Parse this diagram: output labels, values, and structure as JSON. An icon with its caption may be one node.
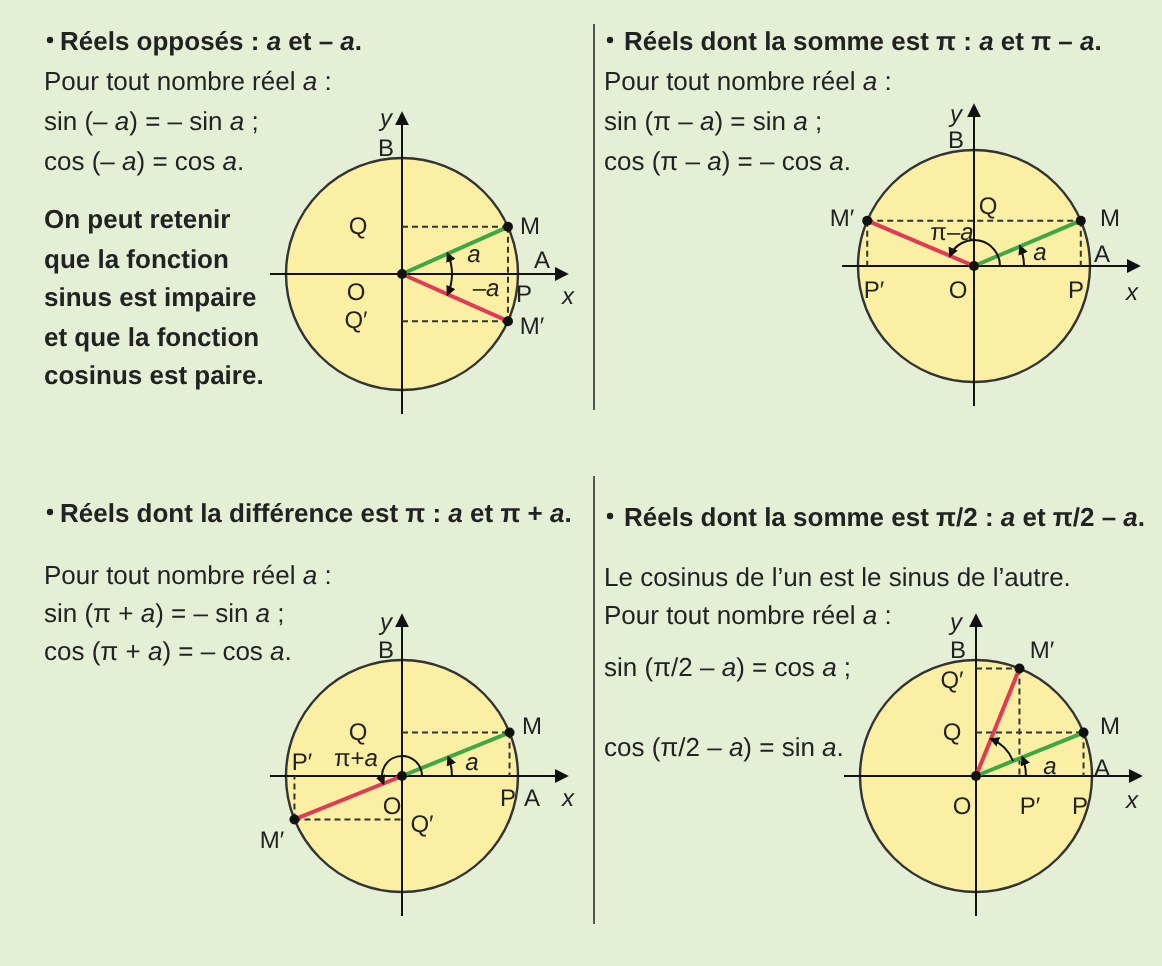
{
  "diagram": {
    "labels": [
      "Réels opposés : *a* et – *a*.",
      "Pour tout nombre réel *a* :",
      "sin (– *a*) = – sin *a* ;",
      "cos (– *a*) = cos *a*.",
      "On peut retenir que la fonction sinus est impaire et que la fonction cosinus est paire.",
      "y",
      "B",
      "Q",
      "M",
      "a",
      "A",
      "O",
      "–*a*",
      "P",
      "x",
      "Q′",
      "M′",
      "Réels dont la somme est π : *a* et π – *a*.",
      "Pour tout nombre réel *a* :",
      "sin (π – *a*) = sin *a* ;",
      "cos (π – *a*) = – cos *a*.",
      "y",
      "B",
      "M′",
      "Q",
      "M",
      "π–*a*",
      "a",
      "A",
      "P′",
      "O",
      "P",
      "x",
      "Réels dont la différence est π : *a* et π + *a*.",
      "Pour tout nombre réel *a* :",
      "sin (π + *a*) = – sin *a* ;",
      "cos (π + *a*) = – cos *a*.",
      "y",
      "B",
      "Q",
      "M",
      "P′",
      "π+*a*",
      "a",
      "O",
      "P",
      "A",
      "x",
      "Q′",
      "M′",
      "Réels dont la somme est π/2 : *a* et π/2 – *a*.",
      "Le cosinus de l’un est le sinus de l’autre.",
      "Pour tout nombre réel *a* :",
      "sin (π/2 – *a*) = cos *a* ;",
      "cos (π/2 – *a*) = sin *a*.",
      "y",
      "B",
      "M′",
      "Q′",
      "Q",
      "M",
      "a",
      "A",
      "O",
      "P′",
      "P",
      "x"
    ]
  }
}
